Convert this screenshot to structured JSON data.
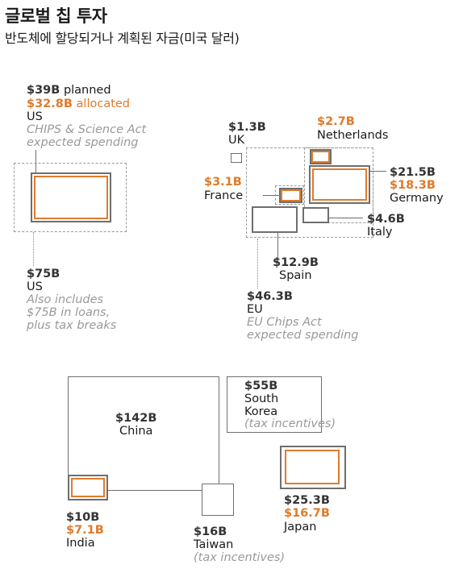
{
  "title": "글로벌 칩 투자",
  "subtitle": "반도체에 할당되거나 계획된 자금(미국 달러)",
  "colors": {
    "planned": "#6e6e6e",
    "allocated": "#e07b2a",
    "note": "#9a9a9a"
  },
  "labels": {
    "us_planned_value": "$39B",
    "us_planned_word": "planned",
    "us_alloc_value": "$32.8B",
    "us_alloc_word": "allocated",
    "us_name": "US",
    "us_act_line1": "CHIPS & Science Act",
    "us_act_line2": "expected spending",
    "us_total_value": "$75B",
    "us_total_name": "US",
    "us_note_line1": "Also includes",
    "us_note_line2": "$75B in loans,",
    "us_note_line3": "plus tax breaks",
    "uk_value": "$1.3B",
    "uk_name": "UK",
    "nl_value": "$2.7B",
    "nl_name": "Netherlands",
    "fr_value": "$3.1B",
    "fr_name": "France",
    "de_planned": "$21.5B",
    "de_alloc": "$18.3B",
    "de_name": "Germany",
    "it_value": "$4.6B",
    "it_name": "Italy",
    "es_value": "$12.9B",
    "es_name": "Spain",
    "eu_value": "$46.3B",
    "eu_name": "EU",
    "eu_act_line1": "EU Chips Act",
    "eu_act_line2": "expected spending",
    "cn_value": "$142B",
    "cn_name": "China",
    "kr_value": "$55B",
    "kr_name_line1": "South",
    "kr_name_line2": "Korea",
    "kr_note": "(tax incentives)",
    "in_planned": "$10B",
    "in_alloc": "$7.1B",
    "in_name": "India",
    "tw_value": "$16B",
    "tw_name": "Taiwan",
    "tw_note": "(tax incentives)",
    "jp_planned": "$25.3B",
    "jp_alloc": "$16.7B",
    "jp_name": "Japan"
  },
  "chart_data": {
    "type": "proportional-area squares",
    "units": "billion USD",
    "entries": [
      {
        "name": "US",
        "planned": 39,
        "allocated": 32.8,
        "program_total": 75
      },
      {
        "name": "UK",
        "planned": 1.3
      },
      {
        "name": "Netherlands",
        "planned": 2.7,
        "allocated": 2.7
      },
      {
        "name": "France",
        "planned": 3.1,
        "allocated": 3.1
      },
      {
        "name": "Germany",
        "planned": 21.5,
        "allocated": 18.3
      },
      {
        "name": "Italy",
        "planned": 4.6
      },
      {
        "name": "Spain",
        "planned": 12.9
      },
      {
        "name": "EU",
        "program_total": 46.3
      },
      {
        "name": "China",
        "planned": 142
      },
      {
        "name": "South Korea",
        "planned": 55
      },
      {
        "name": "India",
        "planned": 10,
        "allocated": 7.1
      },
      {
        "name": "Taiwan",
        "planned": 16
      },
      {
        "name": "Japan",
        "planned": 25.3,
        "allocated": 16.7
      }
    ]
  }
}
